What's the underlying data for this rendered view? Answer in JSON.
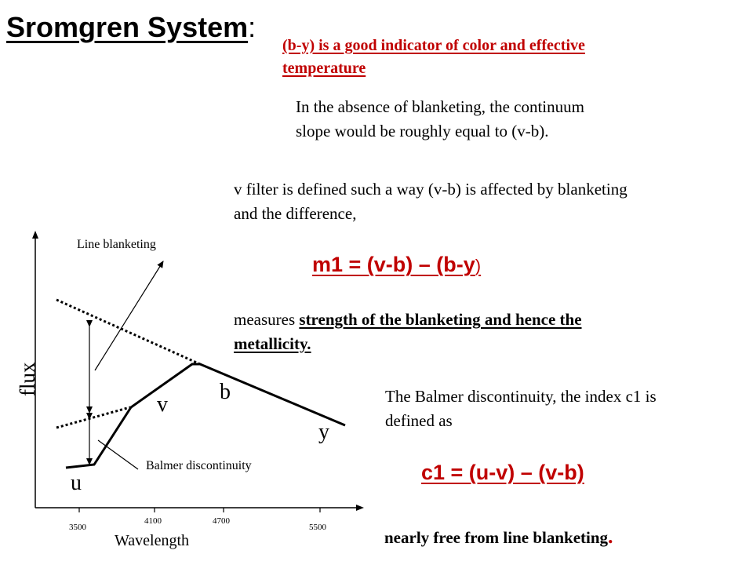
{
  "title": {
    "main": "Sromgren  System",
    "colon": ":"
  },
  "intro": {
    "indicator_line1": "(b-y) is a good indicator of color and effective",
    "indicator_line2": "temperature",
    "absence_line1": "In the absence of blanketing, the continuum",
    "absence_line2": "slope would be roughly equal to (v-b).",
    "vfilter_line1": "v filter is defined such a way (v-b) is affected by blanketing",
    "vfilter_line2": "and the difference,"
  },
  "m1": {
    "main": "m1 = (v-b) – (b-y",
    "tail": ")"
  },
  "measures": {
    "prefix": "measures ",
    "emph_line1": "strength of the blanketing and hence the",
    "emph_line2": "metallicity."
  },
  "balmer_text": {
    "line1": "The Balmer discontinuity, the index c1 is",
    "line2": "defined as"
  },
  "c1": {
    "formula": "c1 = (u-v) – (v-b)"
  },
  "footer": {
    "text": "nearly free from line blanketing",
    "dot": "."
  },
  "diagram": {
    "ylabel": "flux",
    "xlabel": "Wavelength",
    "ticks": [
      "3500",
      "4100",
      "4700",
      "5500"
    ],
    "annot_line_blanketing": "Line blanketing",
    "annot_balmer": "Balmer discontinuity",
    "filters": {
      "u": "u",
      "v": "v",
      "b": "b",
      "y": "y"
    }
  }
}
